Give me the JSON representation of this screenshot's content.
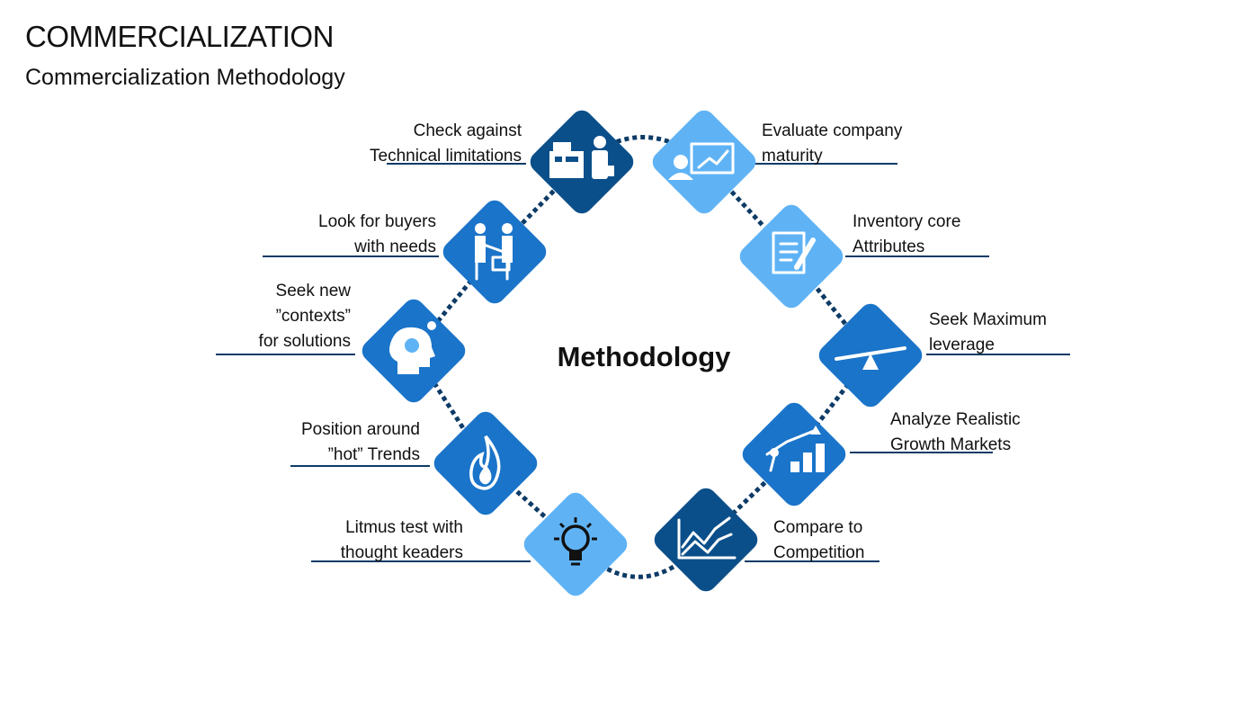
{
  "header": {
    "title": "COMMERCIALIZATION",
    "subtitle": "Commercialization Methodology"
  },
  "center_label": "Methodology",
  "colors": {
    "dark": "#0b4f8a",
    "mid": "#1a74c9",
    "light": "#5fb3f5",
    "line": "#0d3b66"
  },
  "steps": [
    {
      "lines": [
        "Check against",
        "Technical limitations"
      ],
      "icon": "factory-engineer-icon"
    },
    {
      "lines": [
        "Evaluate company",
        "maturity"
      ],
      "icon": "presentation-chart-icon"
    },
    {
      "lines": [
        "Look for buyers",
        "with needs"
      ],
      "icon": "handshake-icon"
    },
    {
      "lines": [
        "Inventory core",
        "Attributes"
      ],
      "icon": "document-pen-icon"
    },
    {
      "lines": [
        "Seek new",
        "”contexts”",
        "for solutions"
      ],
      "icon": "head-gear-icon"
    },
    {
      "lines": [
        "Seek Maximum",
        "leverage"
      ],
      "icon": "seesaw-icon"
    },
    {
      "lines": [
        "Position around",
        "”hot” Trends"
      ],
      "icon": "flame-icon"
    },
    {
      "lines": [
        "Analyze Realistic",
        "Growth Markets"
      ],
      "icon": "growth-stairs-icon"
    },
    {
      "lines": [
        "Litmus test with",
        "thought keaders"
      ],
      "icon": "lightbulb-icon"
    },
    {
      "lines": [
        "Compare to",
        "Competition"
      ],
      "icon": "line-chart-icon"
    }
  ]
}
